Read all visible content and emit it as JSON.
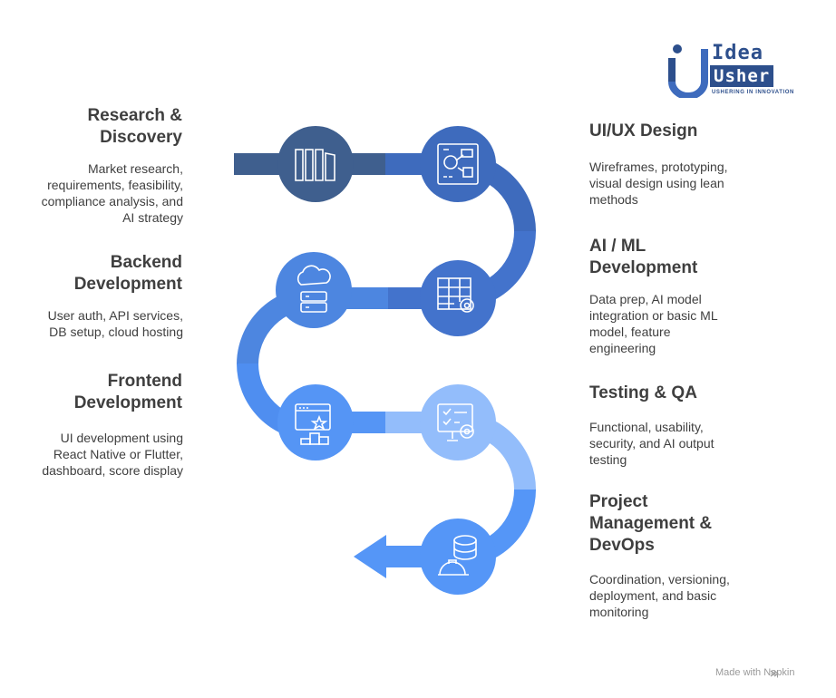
{
  "logo": {
    "line1": "Idea",
    "line2": "Usher",
    "tagline": "USHERING IN INNOVATION"
  },
  "colors": {
    "step1": "#3f5f8e",
    "step2": "#3e6bbd",
    "step3": "#4373cc",
    "step4": "#4d86e0",
    "step5": "#4f8ef0",
    "step6": "#5595f5",
    "step7": "#93bdfb",
    "step8": "#5596f7"
  },
  "steps": [
    {
      "title": "Research &\nDiscovery",
      "desc": "Market research,\nrequirements, feasibility,\ncompliance analysis, and\nAI strategy",
      "icon": "filing-folders-icon"
    },
    {
      "title": "UI/UX Design",
      "desc": "Wireframes, prototyping,\nvisual design using lean\nmethods",
      "icon": "wireframe-layout-icon"
    },
    {
      "title": "AI / ML\nDevelopment",
      "desc": "Data prep, AI model\nintegration or basic ML\nmodel, feature\nengineering",
      "icon": "table-gear-icon"
    },
    {
      "title": "Backend\nDevelopment",
      "desc": "User auth, API services,\nDB setup, cloud hosting",
      "icon": "cloud-server-icon"
    },
    {
      "title": "Frontend\nDevelopment",
      "desc": "UI development using\nReact Native or Flutter,\ndashboard, score display",
      "icon": "browser-podium-icon"
    },
    {
      "title": "Testing & QA",
      "desc": "Functional, usability,\nsecurity, and AI output\ntesting",
      "icon": "checklist-gear-icon"
    },
    {
      "title": "Project\nManagement &\nDevOps",
      "desc": "Coordination, versioning,\ndeployment, and basic\nmonitoring",
      "icon": "database-hardhat-icon"
    }
  ],
  "footer": "Made with   Napkin"
}
